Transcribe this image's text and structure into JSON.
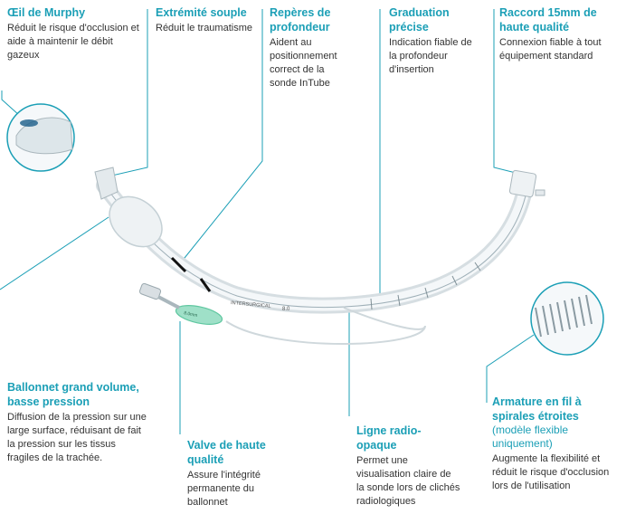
{
  "colors": {
    "accent": "#1b9fb6",
    "text": "#333333",
    "tube": "#e9eef1",
    "green": "#5fc7a0"
  },
  "labels": {
    "murphy": {
      "title": "Œil de Murphy",
      "desc": "Réduit le risque d'occlusion et aide à maintenir le débit gazeux"
    },
    "tip": {
      "title": "Extrémité souple",
      "desc": "Réduit le traumatisme"
    },
    "depth": {
      "title": "Repères de profondeur",
      "desc": "Aident au positionnement correct de la sonde InTube"
    },
    "graduation": {
      "title": "Graduation précise",
      "desc": "Indication fiable de la profondeur d'insertion"
    },
    "connector": {
      "title": "Raccord 15mm de haute qualité",
      "desc": "Connexion fiable à tout équipement standard"
    },
    "cuff": {
      "title": "Ballonnet grand volume, basse pression",
      "desc": "Diffusion de la pression sur une large surface, réduisant de fait la pression sur les tissus fragiles de la trachée."
    },
    "valve": {
      "title": "Valve de haute qualité",
      "desc": "Assure l'intégrité permanente du ballonnet"
    },
    "radio": {
      "title": "Ligne radio-opaque",
      "desc": "Permet une visualisation claire de la sonde lors de clichés radiologiques"
    },
    "armature": {
      "title": "Armature en fil à spirales étroites",
      "subtitle": "(modèle flexible uniquement)",
      "desc": "Augmente la flexibilité et réduit le risque d'occlusion lors de l'utilisation"
    }
  },
  "tube_print": {
    "brand": "INTERSURGICAL",
    "size": "8.0",
    "pilot_size": "8.0mm"
  }
}
